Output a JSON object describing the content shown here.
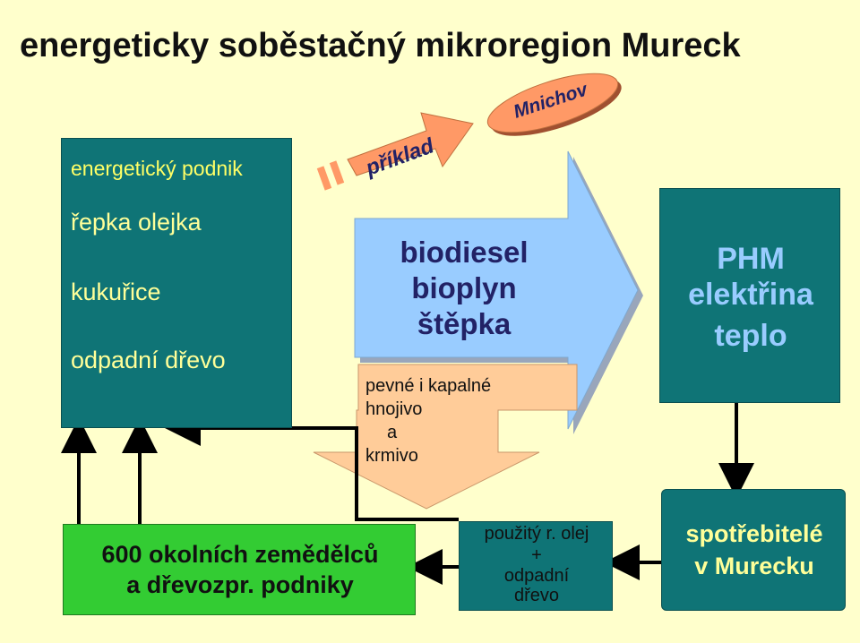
{
  "title": "energeticky soběstačný mikroregion Mureck",
  "left_box": {
    "heading": "energetický podnik",
    "items": [
      "řepka olejka",
      "kukuřice",
      "odpadní dřevo"
    ]
  },
  "example_label": "příklad",
  "mnichov_label": "Mnichov",
  "middle": {
    "lines": [
      "biodiesel",
      "bioplyn",
      "štěpka"
    ]
  },
  "fertilizer": {
    "lines": [
      "pevné i kapalné",
      "hnojivo",
      "a",
      "krmivo"
    ]
  },
  "output_box": {
    "lines": [
      "PHM",
      "elektřina",
      "teplo"
    ]
  },
  "farmers_box": {
    "lines": [
      "600 okolních zemědělců",
      "a dřevozpr. podniky"
    ]
  },
  "used_box": {
    "lines": [
      "použitý r. olej",
      "+",
      "odpadní",
      "dřevo"
    ]
  },
  "consumers_box": {
    "lines": [
      "spotřebitelé",
      "v Murecku"
    ]
  },
  "colors": {
    "background": "#FFFFCC",
    "teal": "#0F7476",
    "green": "#33CC33",
    "light_blue": "#99CCFF",
    "salmon": "#FF9966",
    "peach": "#FFCC99"
  }
}
